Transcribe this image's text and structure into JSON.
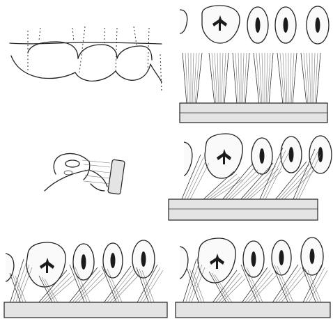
{
  "figure": {
    "colors": {
      "ink": "#222222",
      "paper": "#ffffff",
      "brush_base": "#e4e4e4",
      "bristle": "#777777"
    },
    "panels": [
      {
        "id": "gingival-outline"
      },
      {
        "id": "brush-in-mouth"
      },
      {
        "id": "bristles-vertical"
      },
      {
        "id": "bristles-angled"
      },
      {
        "id": "bristles-crossed-left"
      },
      {
        "id": "bristles-crossed-right"
      }
    ]
  }
}
